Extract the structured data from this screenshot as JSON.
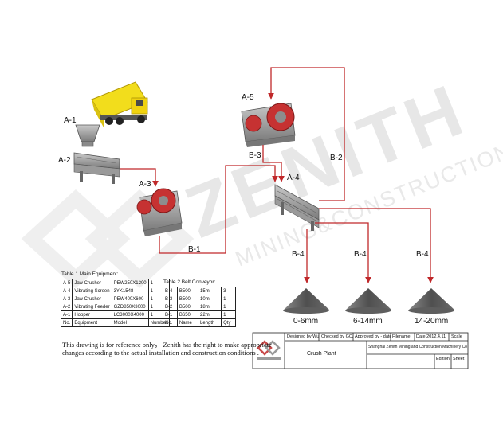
{
  "watermark": {
    "brand": "ZENITH",
    "tagline": "MINING&CONSTRUCTION"
  },
  "colors": {
    "flow_line": "#c0282a",
    "pile": "#5a5a5a",
    "machine_red": "#c63232",
    "machine_grey": "#8d8d8d",
    "truck_yellow": "#f2dd1c",
    "watermark": "#e6e6e6"
  },
  "equipment_labels": {
    "a1": "A-1",
    "a2": "A-2",
    "a3": "A-3",
    "a4": "A-4",
    "a5": "A-5"
  },
  "belt_labels": {
    "b1": "B-1",
    "b2": "B-2",
    "b3": "B-3",
    "b4_left": "B-4",
    "b4_mid": "B-4",
    "b4_right": "B-4"
  },
  "products": [
    "0-6mm",
    "6-14mm",
    "14-20mm"
  ],
  "table1": {
    "caption": "Table 1 Main Equipment:",
    "rows": [
      [
        "A-5",
        "Jaw Crusher",
        "PEW250X1200",
        "1"
      ],
      [
        "A-4",
        "Vibrating Screen",
        "3YK1548",
        "1"
      ],
      [
        "A-3",
        "Jaw Crusher",
        "PEW400X600",
        "1"
      ],
      [
        "A-2",
        "Vibrating Feeder",
        "GZD850X3000",
        "1"
      ],
      [
        "A-1",
        "Hopper",
        "LC3000X4000",
        "1"
      ]
    ],
    "header": [
      "No.",
      "Equipment",
      "Model",
      "Number"
    ]
  },
  "table2": {
    "caption": "Table 2 Belt Conveyor:",
    "rows": [
      [
        "B-4",
        "B500",
        "15m",
        "3"
      ],
      [
        "B-3",
        "B500",
        "10m",
        "1"
      ],
      [
        "B-2",
        "B500",
        "18m",
        "1"
      ],
      [
        "B-1",
        "B650",
        "22m",
        "1"
      ]
    ],
    "header": [
      "No.",
      "Name",
      "Length",
      "Qty"
    ]
  },
  "note": {
    "line1": "This drawing is for reference only， Zenith has the right to make appropriate",
    "line2": "changes according to the actual installation and construction conditions ."
  },
  "title_block": {
    "designed": "Designed by Wu",
    "checked": "Checked by GCJ",
    "approved": "Approved by - date",
    "filename": "Filename",
    "date": "Date 2012.4.11",
    "scale": "Scale",
    "company": "Shanghai Zenith Mining and Construction Machinery Co., Ltd.",
    "plant": "Crush Plant",
    "edition": "Edition",
    "sheet": "Sheet"
  }
}
